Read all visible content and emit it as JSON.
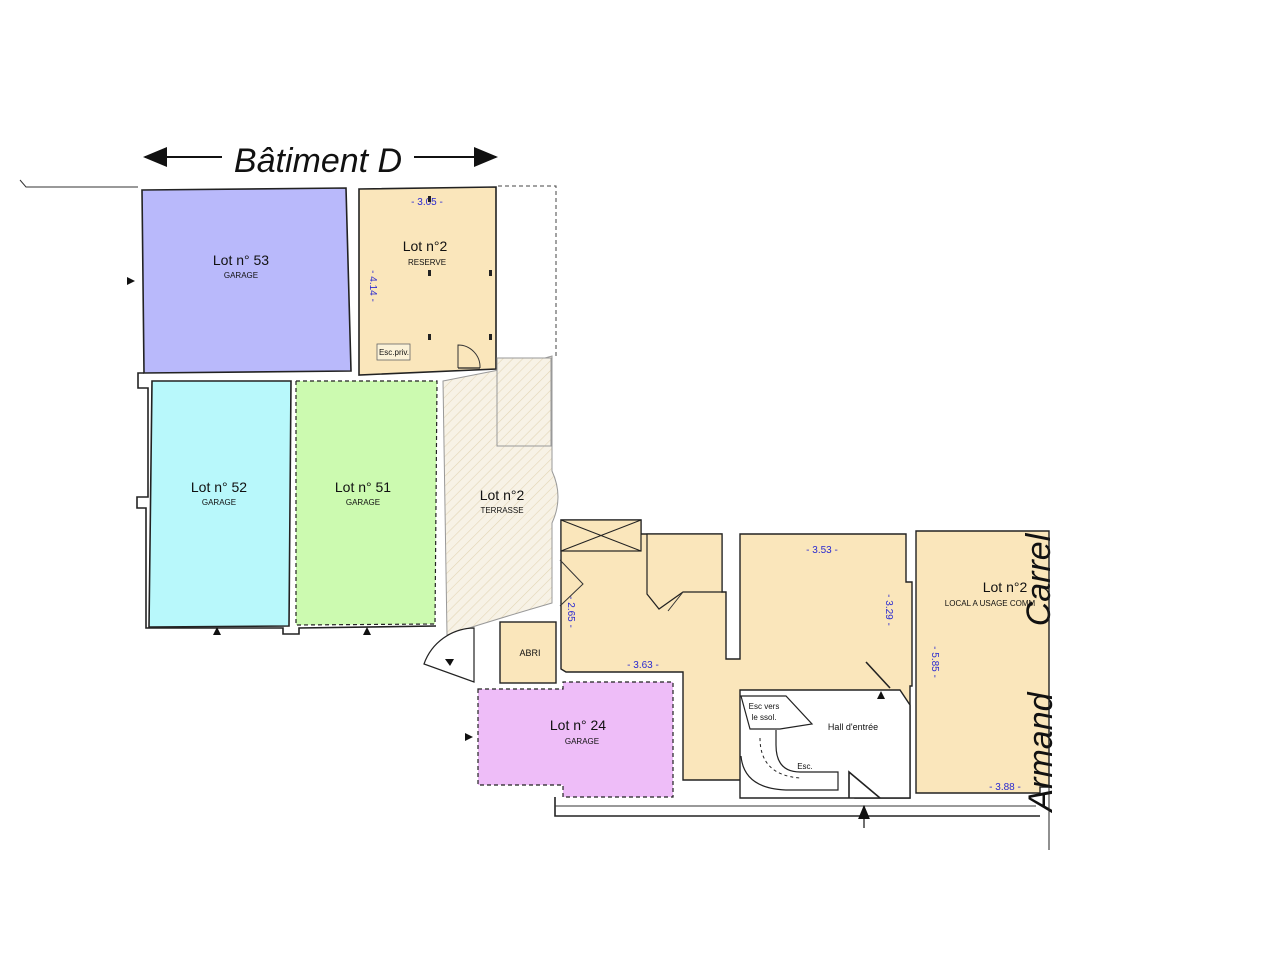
{
  "building_title": "Bâtiment D",
  "street": {
    "first": "Armand",
    "second": "Carrel"
  },
  "colors": {
    "lot53": "#b9b9fb",
    "lot52": "#b8f8fb",
    "lot51": "#ccfab0",
    "lot2": "#fae6bb",
    "lot24": "#eebdf8",
    "terrace": "#f6f1e4",
    "dimension_text": "#2a2ad0"
  },
  "lots": {
    "lot53": {
      "title": "Lot n° 53",
      "use": "GARAGE"
    },
    "lot52": {
      "title": "Lot n° 52",
      "use": "GARAGE"
    },
    "lot51": {
      "title": "Lot n° 51",
      "use": "GARAGE"
    },
    "lot2_reserve": {
      "title": "Lot n°2",
      "use": "RESERVE"
    },
    "lot2_terrasse": {
      "title": "Lot n°2",
      "use": "TERRASSE"
    },
    "lot2_local": {
      "title": "Lot n°2",
      "use": "LOCAL A USAGE COMM"
    },
    "lot24": {
      "title": "Lot n° 24",
      "use": "GARAGE"
    }
  },
  "rooms": {
    "abri": "ABRI",
    "hall": "Hall d'entrée",
    "esc_priv": "Esc.priv.",
    "esc_vers_line1": "Esc vers",
    "esc_vers_line2": "le ssol.",
    "esc": "Esc."
  },
  "dimensions": {
    "reserve_width": "- 3.05 -",
    "reserve_height": "- 4.14 -",
    "corridor_height": "- 2.65 -",
    "central_width": "- 3.63 -",
    "right_room_width": "- 3.53 -",
    "right_room_height": "- 3.29 -",
    "local_height": "- 5.85 -",
    "local_width": "- 3.88 -"
  }
}
